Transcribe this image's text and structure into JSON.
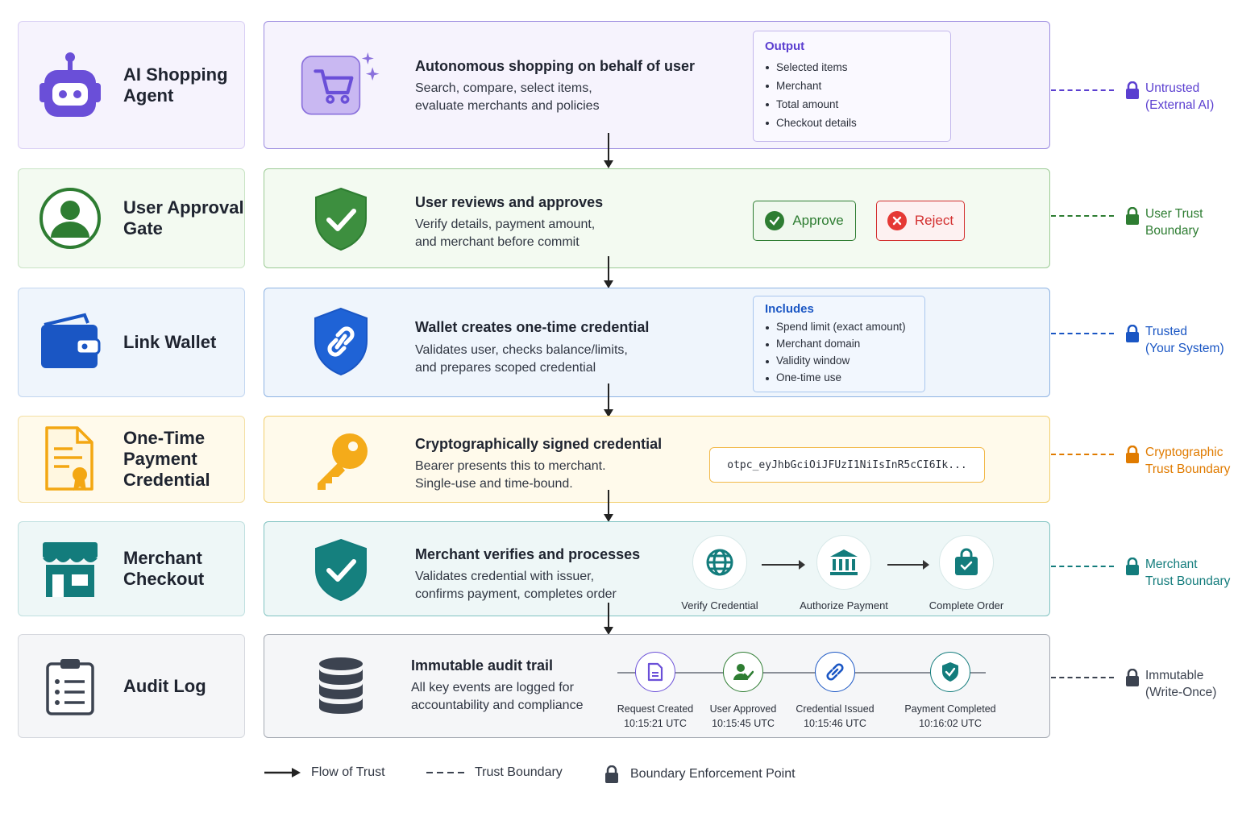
{
  "rows": [
    {
      "label": "AI Shopping\nAgent",
      "title": "Autonomous shopping on behalf of user",
      "description": "Search, compare, select items,\nevaluate merchants and policies",
      "box_title": "Output",
      "box_items": [
        "Selected items",
        "Merchant",
        "Total amount",
        "Checkout details"
      ],
      "boundary": "Untrusted\n(External AI)",
      "color": "#5b3fd0",
      "icon": "robot-icon",
      "main_icon": "cart-icon"
    },
    {
      "label": "User Approval\nGate",
      "title": "User reviews and approves",
      "description": "Verify details, payment amount,\nand merchant before commit",
      "approve_label": "Approve",
      "reject_label": "Reject",
      "boundary": "User Trust\nBoundary",
      "color": "#2e7d32",
      "icon": "user-icon",
      "main_icon": "shield-check-icon"
    },
    {
      "label": "Link Wallet",
      "title": "Wallet creates one-time credential",
      "description": "Validates user, checks balance/limits,\nand prepares scoped credential",
      "box_title": "Includes",
      "box_items": [
        "Spend limit (exact amount)",
        "Merchant domain",
        "Validity window",
        "One-time use"
      ],
      "boundary": "Trusted\n(Your System)",
      "color": "#1a56c4",
      "icon": "wallet-icon",
      "main_icon": "shield-link-icon"
    },
    {
      "label": "One-Time\nPayment\nCredential",
      "title": "Cryptographically signed credential",
      "description": "Bearer presents this to merchant.\nSingle-use and time-bound.",
      "token": "otpc_eyJhbGciOiJFUzI1NiIsInR5cCI6Ik...",
      "boundary": "Cryptographic\nTrust Boundary",
      "color": "#e07b00",
      "icon": "certificate-icon",
      "main_icon": "key-icon"
    },
    {
      "label": "Merchant\nCheckout",
      "title": "Merchant verifies and processes",
      "description": "Validates credential with issuer,\nconfirms payment, completes order",
      "steps": [
        "Verify Credential",
        "Authorize Payment",
        "Complete Order"
      ],
      "boundary": "Merchant\nTrust Boundary",
      "color": "#137c7c",
      "icon": "storefront-icon",
      "main_icon": "shield-check-icon"
    },
    {
      "label": "Audit Log",
      "title": "Immutable audit trail",
      "description": "All key events are logged for\naccountability and compliance",
      "events": [
        {
          "label": "Request Created",
          "time": "10:15:21 UTC"
        },
        {
          "label": "User Approved",
          "time": "10:15:45 UTC"
        },
        {
          "label": "Credential Issued",
          "time": "10:15:46 UTC"
        },
        {
          "label": "Payment Completed",
          "time": "10:16:02 UTC"
        }
      ],
      "boundary": "Immutable\n(Write-Once)",
      "color": "#3c4350",
      "icon": "clipboard-icon",
      "main_icon": "database-icon"
    }
  ],
  "legend": {
    "flow": "Flow of Trust",
    "boundary": "Trust Boundary",
    "enforcement": "Boundary Enforcement Point"
  }
}
